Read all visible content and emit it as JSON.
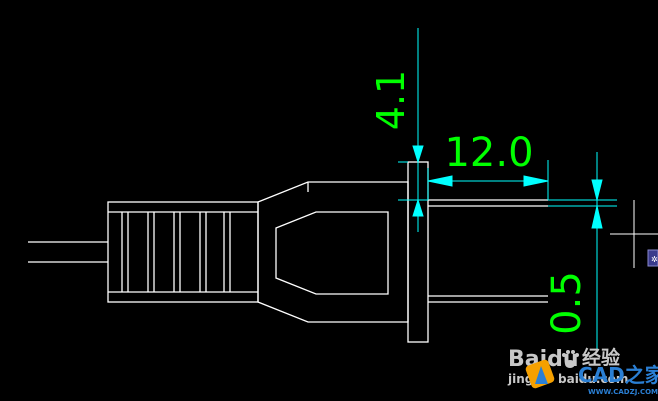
{
  "colors": {
    "background": "#000000",
    "drawing": "#ffffff",
    "dimension_line": "#00ffff",
    "dimension_text": "#00ff00",
    "watermark": "#c8c8c8",
    "logo_orange": "#f5a000",
    "logo_blue": "#2a7fd4"
  },
  "dimensions": {
    "height_label": "4.1",
    "length_label": "12.0",
    "thickness_label": "0.5"
  },
  "watermark": {
    "baidu_brand": "Baidu",
    "baidu_suffix": "经验",
    "baidu_url_prefix": "jing",
    "baidu_url_suffix": "baidu.com",
    "cad_logo_text": "CAD之家",
    "cad_url": "WWW.CADZJ.COM"
  },
  "icons": {
    "corner_button": "settings-square-icon",
    "crosshair": "crosshair-cursor-icon"
  }
}
